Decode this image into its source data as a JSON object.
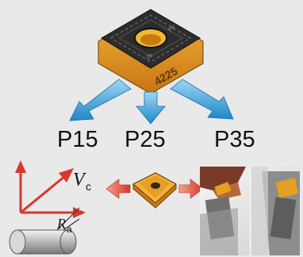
{
  "insert": {
    "grade_label": "4225",
    "face_marking": "PF",
    "face_marking_2": "26"
  },
  "grades": [
    {
      "id": "p15",
      "label": "P15"
    },
    {
      "id": "p25",
      "label": "P25"
    },
    {
      "id": "p35",
      "label": "P35"
    }
  ],
  "cutting_data": {
    "speed_symbol": "V",
    "speed_subscript": "c",
    "roughness_symbol": "R",
    "roughness_subscript": "a"
  },
  "colors": {
    "background": "#e9e9e9",
    "insert_orange": "#e8961c",
    "insert_dark": "#2a2a2a",
    "arrow_blue": "#2f9fd6",
    "arrow_red": "#d9362b",
    "label_text": "#111111"
  }
}
